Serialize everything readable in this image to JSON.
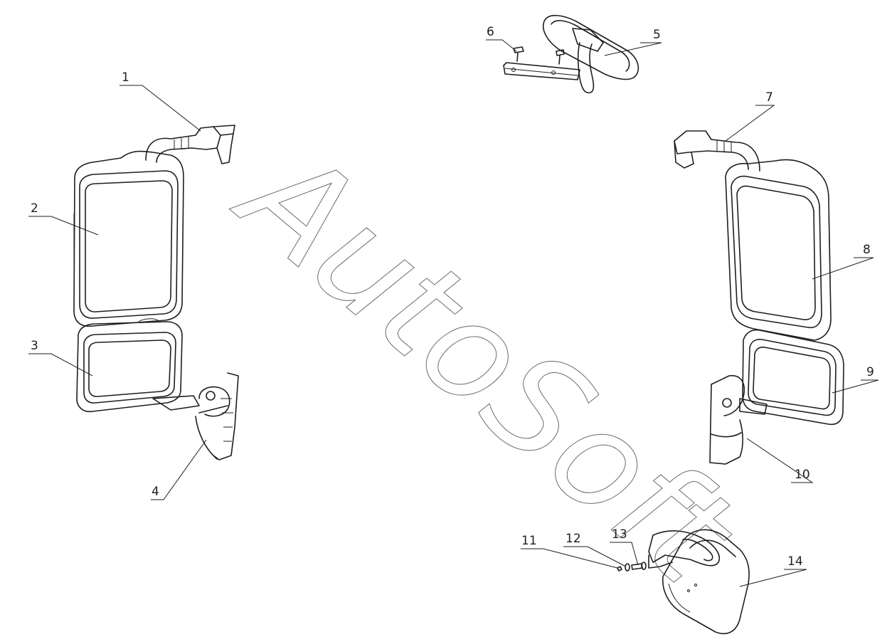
{
  "watermark": "AutoSoft",
  "callouts": [
    {
      "id": "1",
      "label": "1"
    },
    {
      "id": "2",
      "label": "2"
    },
    {
      "id": "3",
      "label": "3"
    },
    {
      "id": "4",
      "label": "4"
    },
    {
      "id": "5",
      "label": "5"
    },
    {
      "id": "6",
      "label": "6"
    },
    {
      "id": "7",
      "label": "7"
    },
    {
      "id": "8",
      "label": "8"
    },
    {
      "id": "9",
      "label": "9"
    },
    {
      "id": "10",
      "label": "10"
    },
    {
      "id": "11",
      "label": "11"
    },
    {
      "id": "12",
      "label": "12"
    },
    {
      "id": "13",
      "label": "13"
    },
    {
      "id": "14",
      "label": "14"
    }
  ],
  "colors": {
    "line": "#1e1e1e",
    "watermark": "#6a6a6a",
    "background": "#ffffff"
  }
}
